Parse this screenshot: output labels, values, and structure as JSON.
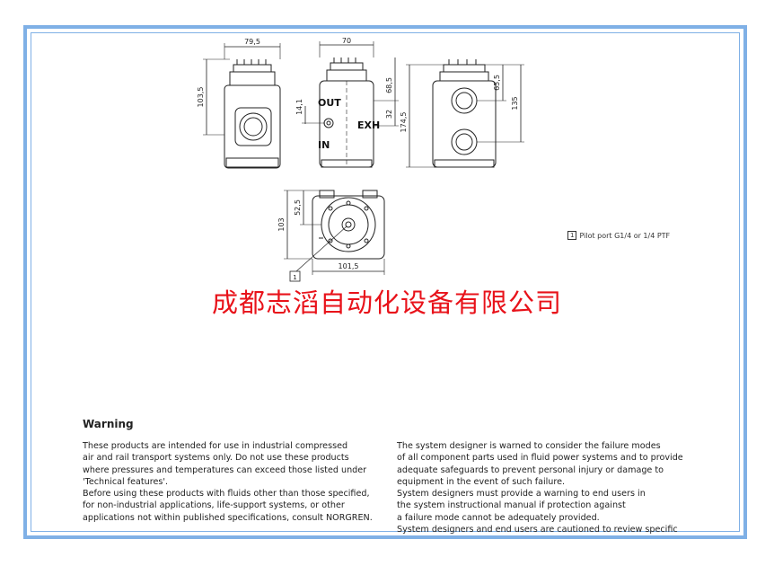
{
  "company_name": "成都志滔自动化设备有限公司",
  "drawing": {
    "dims": {
      "d79_5": "79,5",
      "d103_5": "103,5",
      "d70": "70",
      "d68_5": "68,5",
      "d14_1": "14,1",
      "d32": "32",
      "d174_5": "174,5",
      "d65_5": "65,5",
      "d135": "135",
      "d52_5": "52,5",
      "d103": "103",
      "d101_5": "101,5"
    },
    "labels": {
      "out": "OUT",
      "exh": "EXH",
      "in": "IN",
      "callout": "1"
    }
  },
  "pilot_note": {
    "number": "1",
    "text": "Pilot port G1/4 or 1/4 PTF"
  },
  "warning": {
    "title": "Warning",
    "left_text": "These products are intended for use in industrial compressed\nair and rail transport systems only. Do not use these products\nwhere pressures and temperatures can exceed those listed under\n'Technical features'.\nBefore using these products with fluids other than those specified,\nfor non-industrial applications, life-support systems, or other\napplications not within published specifications, consult NORGREN.",
    "right_text": "The system designer is warned to consider the failure modes\nof all component parts used in fluid power systems and to provide\nadequate safeguards to prevent personal injury or damage to\nequipment in the event of such failure.\nSystem designers must provide a warning to end users in\nthe system instructional manual if protection against\na failure mode cannot be adequately provided.\nSystem designers and end users are cautioned to review specific"
  }
}
